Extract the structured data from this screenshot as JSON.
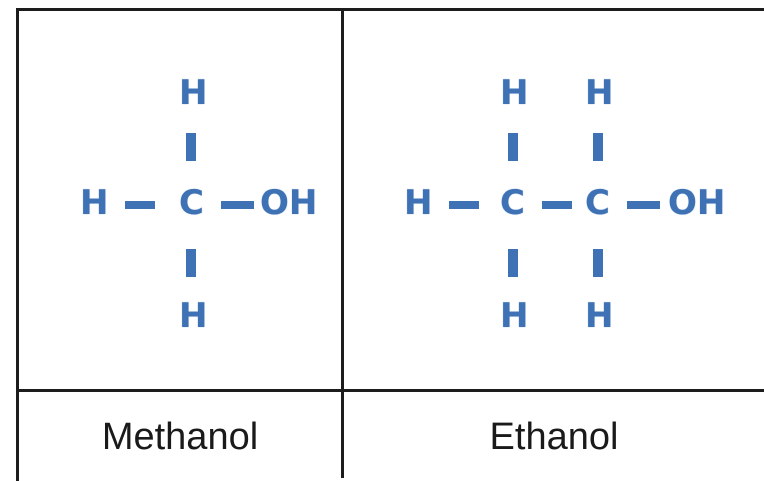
{
  "methanol": {
    "atoms": {
      "top_h": "H",
      "left_h": "H",
      "carbon": "C",
      "hydroxyl": "OH",
      "bottom_h": "H"
    },
    "name": "Methanol"
  },
  "ethanol": {
    "atoms": {
      "top_h1": "H",
      "top_h2": "H",
      "left_h": "H",
      "carbon1": "C",
      "carbon2": "C",
      "hydroxyl": "OH",
      "bottom_h1": "H",
      "bottom_h2": "H"
    },
    "name": "Ethanol"
  },
  "colors": {
    "atom": "#3e72b5",
    "grid": "#1c1c1c",
    "label": "#1a1a1a"
  }
}
